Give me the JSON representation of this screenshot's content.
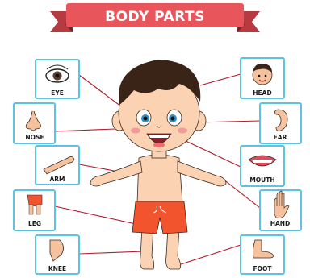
{
  "title": "BODY PARTS",
  "colors": {
    "ribbon": "#e8555b",
    "ribbon_dark": "#b83a41",
    "card_border": "#5cc3e3",
    "leader_line": "#b2182b",
    "shorts": "#f2542d",
    "hair": "#3a2418",
    "skin": "#fbd3b3"
  },
  "parts": [
    {
      "label": "EYE",
      "icon": "eye-icon"
    },
    {
      "label": "NOSE",
      "icon": "nose-icon"
    },
    {
      "label": "ARM",
      "icon": "arm-icon"
    },
    {
      "label": "LEG",
      "icon": "leg-icon"
    },
    {
      "label": "KNEE",
      "icon": "knee-icon"
    },
    {
      "label": "HEAD",
      "icon": "head-icon"
    },
    {
      "label": "EAR",
      "icon": "ear-icon"
    },
    {
      "label": "MOUTH",
      "icon": "mouth-icon"
    },
    {
      "label": "HAND",
      "icon": "hand-icon"
    },
    {
      "label": "FOOT",
      "icon": "foot-icon"
    }
  ]
}
